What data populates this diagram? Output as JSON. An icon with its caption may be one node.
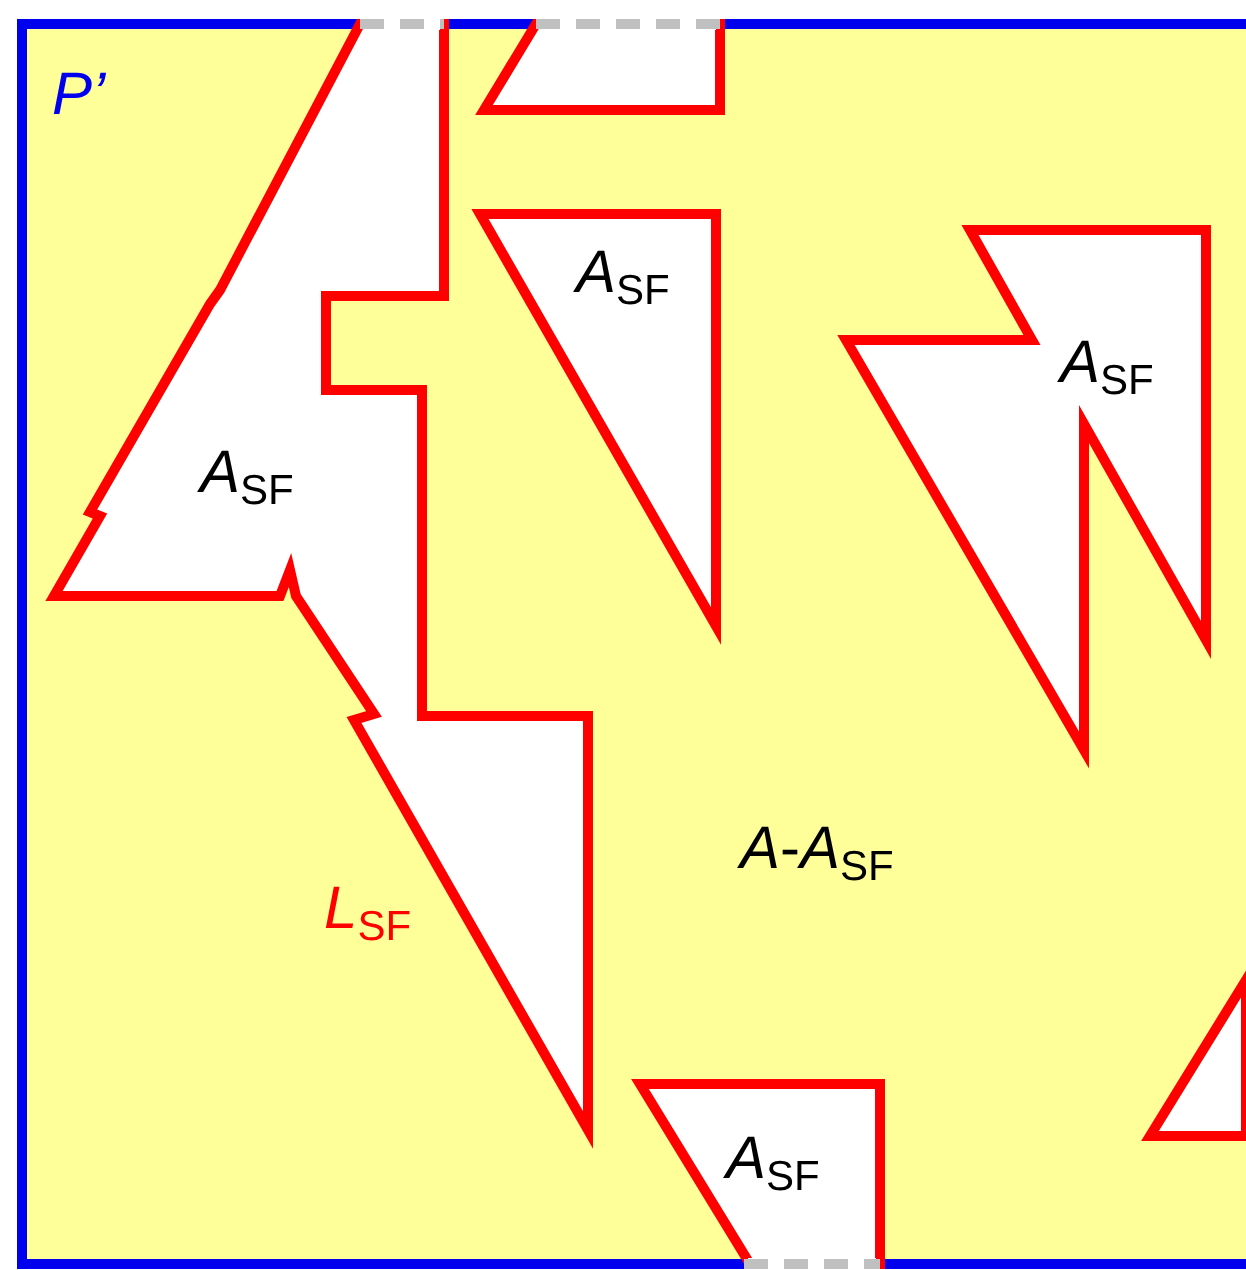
{
  "diagram": {
    "nodes": [
      {
        "text": [
          "P’",
          "*A*-*A*$_{SF}$"
        ]
      },
      {
        "text": [],
        "shape": "trapezoid",
        "in": 0
      },
      {
        "text": [
          "*A*$_{SF}$"
        ],
        "in": 0
      },
      {
        "text": [
          "*A*$_{SF}$"
        ],
        "in": 0
      },
      {
        "text": [
          "*A*$_{SF}$"
        ],
        "in": 0
      },
      {
        "text": [],
        "shape": "triangle",
        "in": 0
      },
      {
        "text": [
          "*A*$_{SF}$"
        ],
        "in": 0
      }
    ],
    "labels": [
      "*L*$_{SF}$"
    ]
  }
}
